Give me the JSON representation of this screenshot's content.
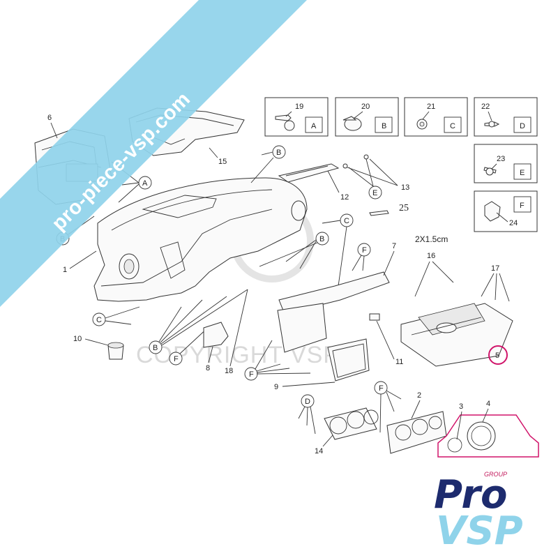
{
  "watermark": {
    "banner_text": "pro-piece-vsp.com",
    "copyright_text": "COPYRIGHT VSP"
  },
  "logo": {
    "line1": "Pro",
    "line2": "VSP",
    "tag": "GROUP"
  },
  "spec_note": "2X1.5cm",
  "parts": {
    "p1": "1",
    "p2": "2",
    "p3": "3",
    "p4": "4",
    "p5": "5",
    "p6": "6",
    "p7": "7",
    "p8": "8",
    "p9": "9",
    "p10": "10",
    "p11": "11",
    "p12": "12",
    "p13": "13",
    "p14": "14",
    "p15": "15",
    "p16": "16",
    "p17": "17",
    "p18": "18",
    "p19": "19",
    "p20": "20",
    "p21": "21",
    "p22": "22",
    "p23": "23",
    "p24": "24",
    "p25": "25"
  },
  "letters": {
    "A": "A",
    "B": "B",
    "C": "C",
    "D": "D",
    "E": "E",
    "F": "F"
  },
  "colors": {
    "banner": "#8fd3ea",
    "logo_dark": "#1d2b6e",
    "logo_light": "#8fd3ea",
    "highlight": "#d0146a"
  }
}
